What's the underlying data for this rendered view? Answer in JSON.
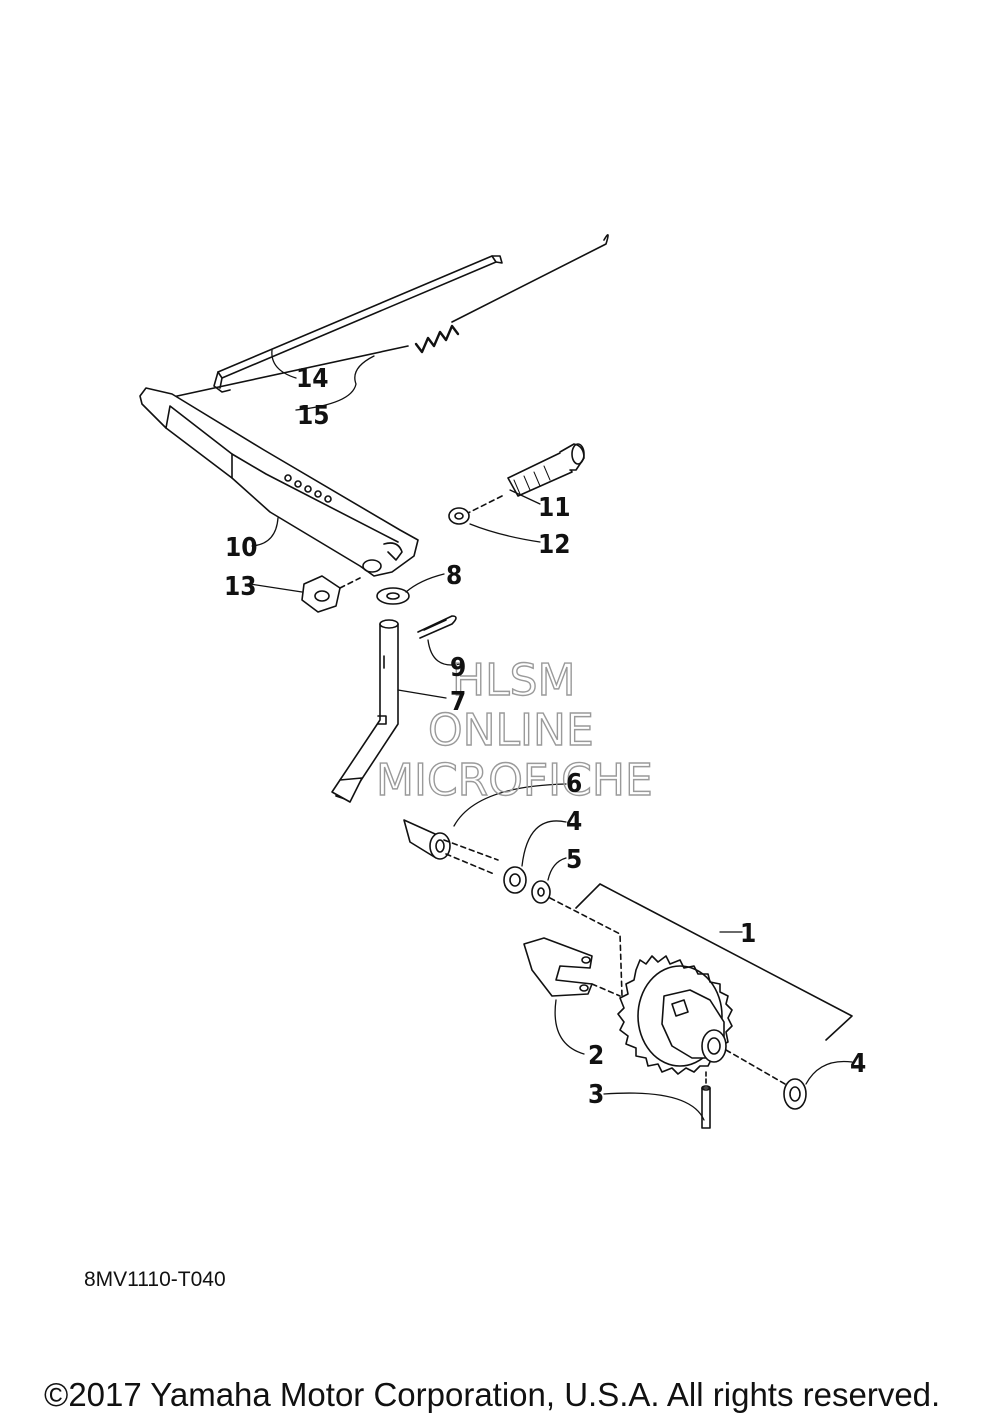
{
  "labels": {
    "l1": "1",
    "l2": "2",
    "l3": "3",
    "l4a": "4",
    "l4b": "4",
    "l5": "5",
    "l6": "6",
    "l7": "7",
    "l8": "8",
    "l9": "9",
    "l10": "10",
    "l11": "11",
    "l12": "12",
    "l13": "13",
    "l14": "14",
    "l15": "15"
  },
  "watermark": {
    "line1": "HLSM",
    "line2": "ONLINE",
    "line3": "MICROFICHE"
  },
  "diagram_code": "8MV1110-T040",
  "copyright": "©2017 Yamaha Motor Corporation, U.S.A. All rights reserved."
}
